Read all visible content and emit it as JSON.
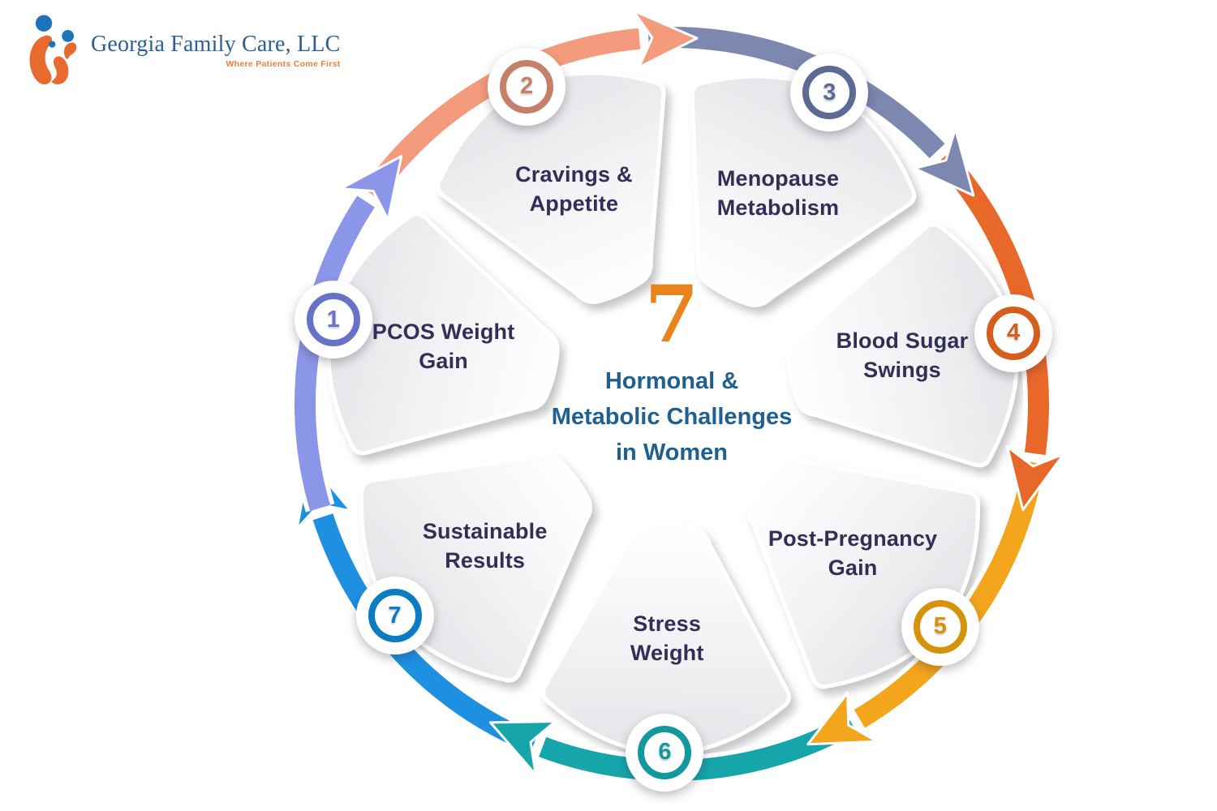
{
  "background": "#FFFFFF",
  "logo": {
    "name": "Georgia Family Care, LLC",
    "tagline": "Where Patients Come First",
    "name_color": "#2A6096",
    "tagline_color": "#E8813C",
    "icon": "family-figures-icon",
    "icon_orange": "#E96A2E",
    "icon_blue": "#1B74BC"
  },
  "center": {
    "count": "7",
    "count_color": "#E8831D",
    "title_lines": [
      "Hormonal &",
      "Metabolic Challenges",
      "in Women"
    ],
    "title_color": "#1E6090"
  },
  "label_color": "#312E58",
  "items": [
    {
      "number": "1",
      "label": "PCOS Weight Gain",
      "lines": [
        "PCOS Weight",
        "Gain"
      ],
      "ring_color": "#6673C8",
      "arrow_color": "#8C96E8",
      "angle_deg": 166.0
    },
    {
      "number": "2",
      "label": "Cravings & Appetite",
      "lines": [
        "Cravings &",
        "Appetite"
      ],
      "ring_color": "#C5806A",
      "arrow_color": "#F59B7D",
      "angle_deg": 114.57
    },
    {
      "number": "3",
      "label": "Menopause Metabolism",
      "lines": [
        "Menopause",
        "Metabolism"
      ],
      "ring_color": "#5C6A95",
      "arrow_color": "#7C88B0",
      "angle_deg": 63.14
    },
    {
      "number": "4",
      "label": "Blood Sugar Swings",
      "lines": [
        "Blood Sugar",
        "Swings"
      ],
      "ring_color": "#D55E1F",
      "arrow_color": "#E8682A",
      "angle_deg": 11.71
    },
    {
      "number": "5",
      "label": "Post-Pregnancy Gain",
      "lines": [
        "Post-Pregnancy",
        "Gain"
      ],
      "ring_color": "#D7920B",
      "arrow_color": "#F3A51C",
      "angle_deg": -39.71
    },
    {
      "number": "6",
      "label": "Stress Weight",
      "lines": [
        "Stress",
        "Weight"
      ],
      "ring_color": "#12989D",
      "arrow_color": "#16A5AA",
      "angle_deg": -91.14
    },
    {
      "number": "7",
      "label": "Sustainable Results",
      "lines": [
        "Sustainable",
        "Results"
      ],
      "ring_color": "#0C7CC2",
      "arrow_color": "#1E90E2",
      "angle_deg": -142.57
    }
  ],
  "petal": {
    "gradient_outer": "#E4E5E8",
    "gradient_mid": "#F2F3F5",
    "gradient_inner": "#FEFEFF"
  }
}
